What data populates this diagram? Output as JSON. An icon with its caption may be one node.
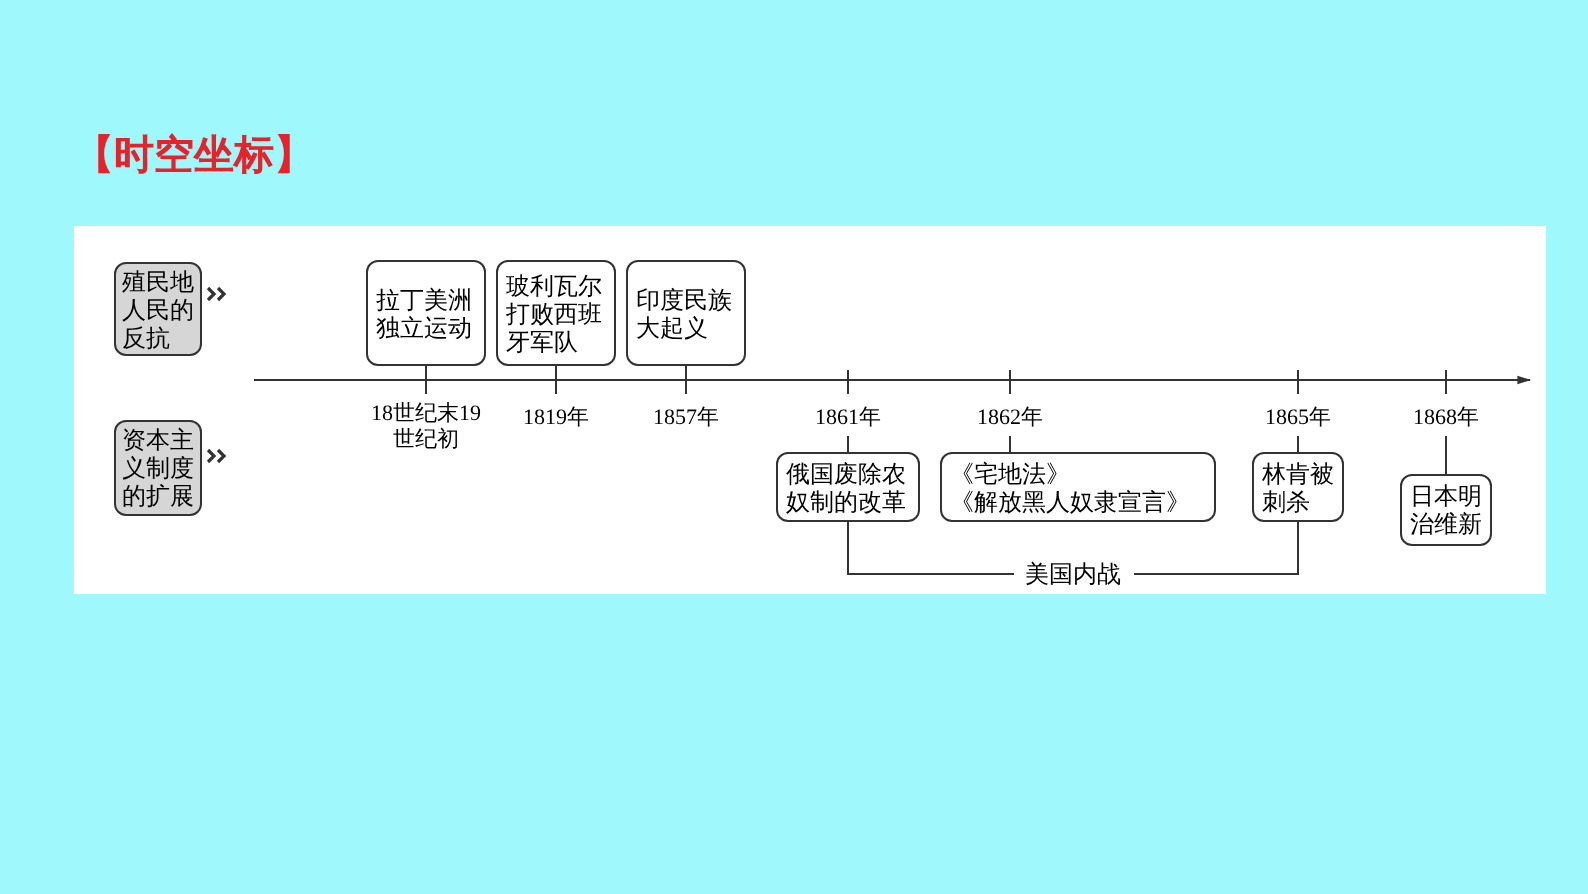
{
  "diagram": {
    "title": "【时空坐标】",
    "nodes": [
      {
        "text": [
          "殖民地人民的反抗"
        ]
      },
      {
        "text": [
          "资本主义制度的扩展"
        ]
      },
      {
        "text": [
          "拉丁美洲独立运动"
        ],
        "beside": [
          "18世纪末19世纪初"
        ]
      },
      {
        "text": [
          "玻利瓦尔打败西班牙军队"
        ],
        "beside": [
          "1819年"
        ]
      },
      {
        "text": [
          "印度民族大起义"
        ],
        "beside": [
          "1857年"
        ]
      },
      {
        "text": [
          "俄国废除农奴制的改革"
        ],
        "beside": [
          "1861年"
        ]
      },
      {
        "text": [
          "《宅地法》",
          "《解放黑人奴隶宣言》"
        ],
        "beside": [
          "1862年"
        ]
      },
      {
        "text": [
          "林肯被刺杀"
        ],
        "beside": [
          "1865年"
        ]
      },
      {
        "text": [
          "日本明治维新"
        ],
        "beside": [
          "1868年"
        ]
      }
    ],
    "edges": [
      {
        "from": 5,
        "to": 7,
        "arrow": "none",
        "label": "美国内战"
      }
    ]
  }
}
